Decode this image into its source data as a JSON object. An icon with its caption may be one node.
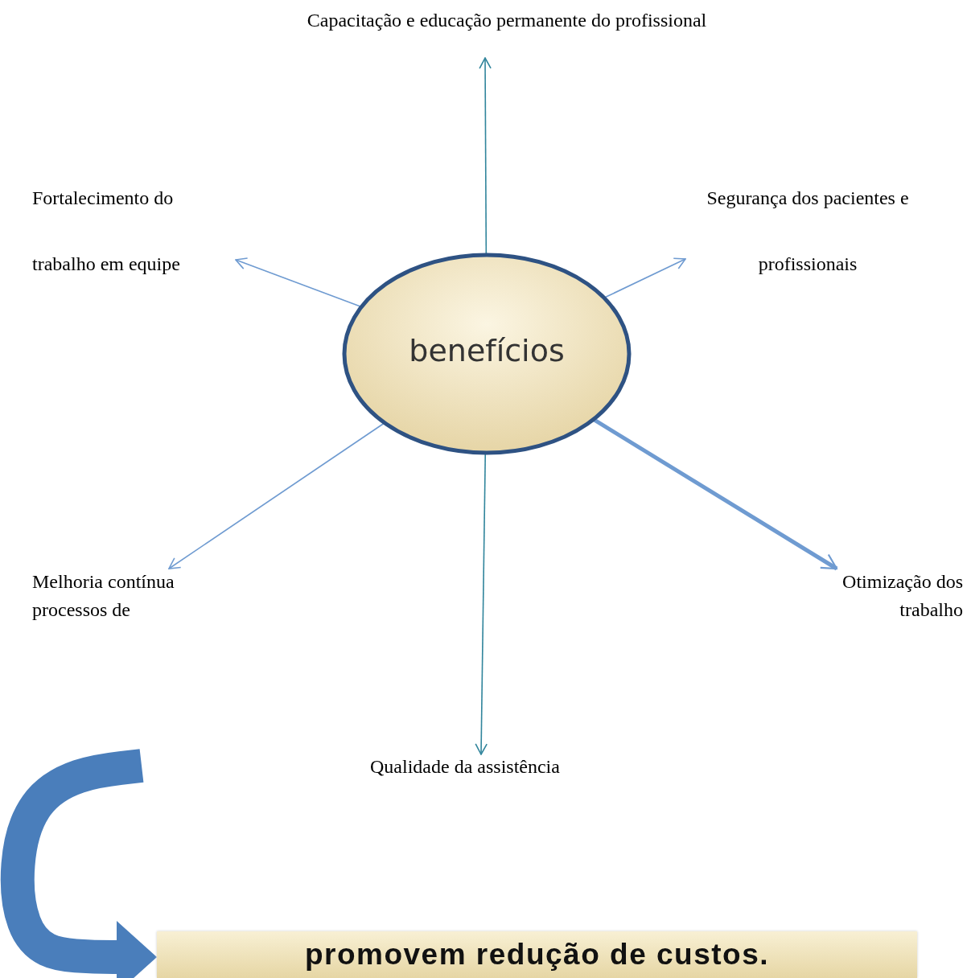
{
  "diagram": {
    "nodes": [
      {
        "text": [
          "benefícios"
        ]
      },
      {
        "text": [
          "Capacitação e educação permanente do profissional"
        ]
      },
      {
        "text": [
          "Fortalecimento do trabalho em equipe"
        ]
      },
      {
        "text": [
          "Segurança dos pacientes e profissionais"
        ]
      },
      {
        "text": [
          "Melhoria contínua processos de"
        ]
      },
      {
        "text": [
          "Otimização dos trabalho"
        ]
      },
      {
        "text": [
          "Qualidade da assistência"
        ]
      },
      {
        "text": [
          "promovem redução de custos."
        ]
      }
    ],
    "edges": [
      {
        "from": 0,
        "to": 1,
        "arrow": "to",
        "color": "#31859c"
      },
      {
        "from": 0,
        "to": 2,
        "arrow": "to"
      },
      {
        "from": 0,
        "to": 3,
        "arrow": "to"
      },
      {
        "from": 0,
        "to": 4,
        "arrow": "to"
      },
      {
        "from": 0,
        "to": 5,
        "arrow": "to",
        "style": "thick"
      },
      {
        "from": 0,
        "to": 6,
        "arrow": "to",
        "color": "#31859c"
      },
      {
        "from": null,
        "to": 7,
        "arrow": "to",
        "style": "thick",
        "color": "#4a7ebb"
      }
    ]
  }
}
